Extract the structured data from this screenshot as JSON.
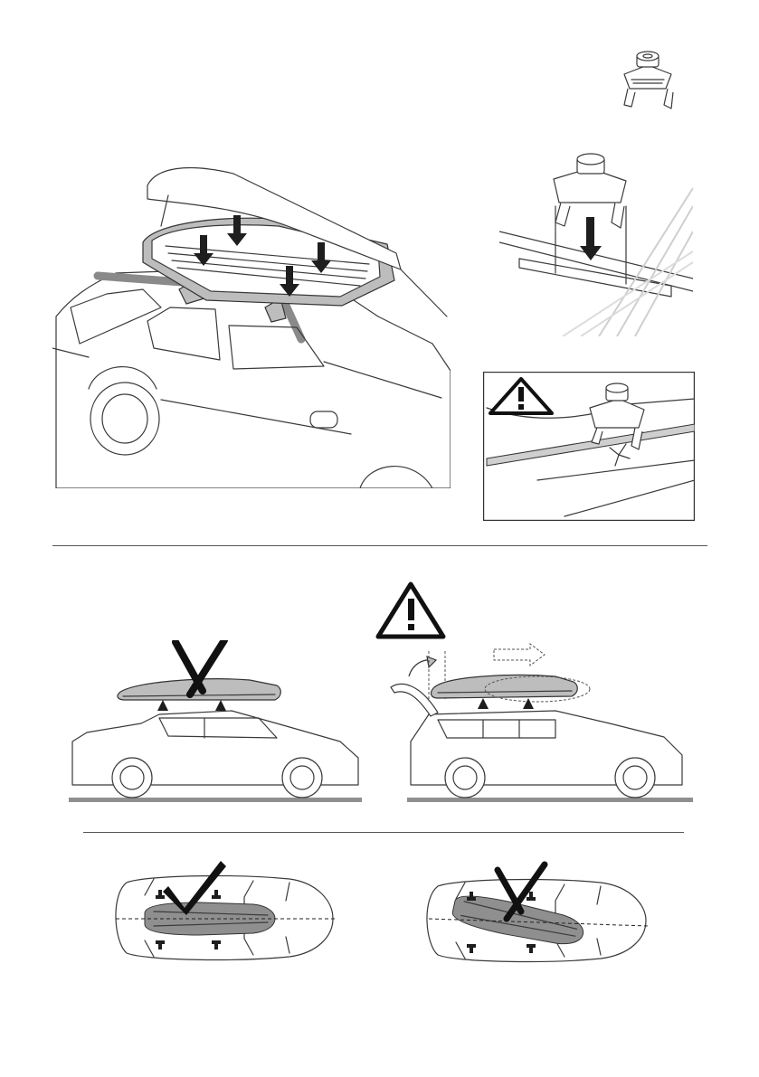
{
  "page": {
    "background": "#ffffff",
    "line_color": "#3a3a3a",
    "box_fill": "#bdbdbd",
    "arrow_fill": "#1e1e1e"
  },
  "figures": [
    {
      "name": "clamp-thumbnail",
      "icon": "roof-box-clamp-icon"
    },
    {
      "name": "box-mounting-on-wagon",
      "icon": "roof-box-icon"
    },
    {
      "name": "clamp-onto-roof-bar-detail",
      "icon": "clamp-insert-icon"
    },
    {
      "name": "clamp-damage-warning-detail",
      "icon": "warning-triangle-icon"
    },
    {
      "name": "sedan-box-wrong-position",
      "icon": "cross-mark-icon"
    },
    {
      "name": "wagon-box-tailgate-clearance",
      "icon": "warning-triangle-icon"
    },
    {
      "name": "top-view-box-centered-correct",
      "icon": "check-mark-icon"
    },
    {
      "name": "top-view-box-angled-wrong",
      "icon": "cross-mark-icon"
    }
  ]
}
